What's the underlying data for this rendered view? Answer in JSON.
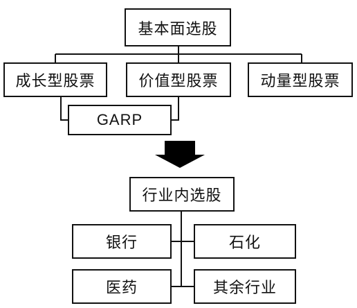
{
  "top": {
    "root": "基本面选股",
    "growth": "成长型股票",
    "value": "价值型股票",
    "momentum": "动量型股票",
    "garp": "GARP"
  },
  "bottom": {
    "root": "行业内选股",
    "bank": "银行",
    "petrochem": "石化",
    "pharma": "医药",
    "other": "其余行业"
  }
}
